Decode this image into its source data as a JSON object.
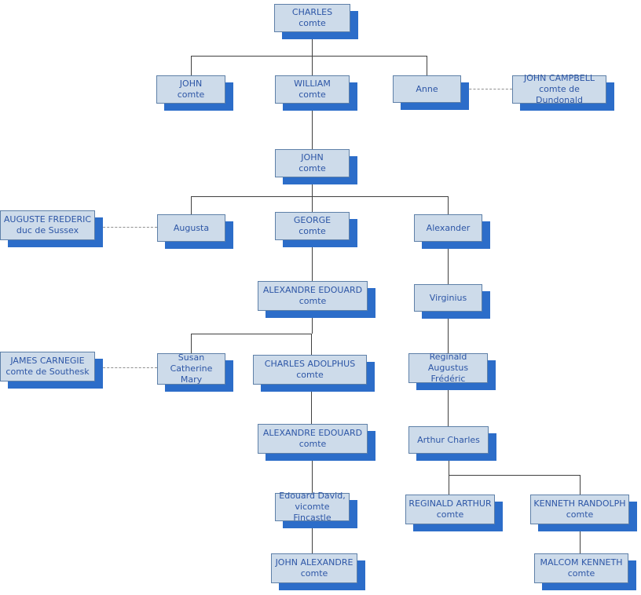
{
  "diagram": {
    "type": "family-tree",
    "colors": {
      "box_fill": "#cddbea",
      "box_border": "#5e80a8",
      "box_shadow": "#2c6dc9",
      "text": "#2d56a6",
      "connector": "#404040",
      "marriage_dash": "#8f8f8f",
      "background": "#ffffff"
    },
    "nodes": [
      {
        "line1": "CHARLES",
        "line2": "comte"
      },
      {
        "line1": "JOHN",
        "line2": "comte"
      },
      {
        "line1": "WILLIAM",
        "line2": "comte"
      },
      {
        "line1": "Anne"
      },
      {
        "line1": "JOHN CAMPBELL",
        "line2": "comte de Dundonald"
      },
      {
        "line1": "JOHN",
        "line2": "comte"
      },
      {
        "line1": "AUGUSTE FREDERIC",
        "line2": "duc de Sussex"
      },
      {
        "line1": "Augusta"
      },
      {
        "line1": "GEORGE",
        "line2": "comte"
      },
      {
        "line1": "Alexander"
      },
      {
        "line1": "ALEXANDRE EDOUARD",
        "line2": "comte"
      },
      {
        "line1": "Virginius"
      },
      {
        "line1": "JAMES CARNEGIE",
        "line2": "comte de Southesk"
      },
      {
        "line1": "Susan Catherine",
        "line2": "Mary"
      },
      {
        "line1": "CHARLES ADOLPHUS",
        "line2": "comte"
      },
      {
        "line1": "Reginald Augustus",
        "line2": "Frédéric"
      },
      {
        "line1": "ALEXANDRE EDOUARD",
        "line2": "comte"
      },
      {
        "line1": "Arthur Charles"
      },
      {
        "line1": "Edouard David,",
        "line2": "vicomte Fincastle"
      },
      {
        "line1": "REGINALD ARTHUR",
        "line2": "comte"
      },
      {
        "line1": "KENNETH RANDOLPH",
        "line2": "comte"
      },
      {
        "line1": "JOHN ALEXANDRE",
        "line2": "comte"
      },
      {
        "line1": "MALCOM KENNETH",
        "line2": "comte"
      }
    ],
    "relations": {
      "parent_child": [
        [
          "CHARLES comte",
          "JOHN comte"
        ],
        [
          "CHARLES comte",
          "WILLIAM comte"
        ],
        [
          "CHARLES comte",
          "Anne"
        ],
        [
          "WILLIAM comte",
          "JOHN comte (2)"
        ],
        [
          "JOHN comte (2)",
          "Augusta"
        ],
        [
          "JOHN comte (2)",
          "GEORGE comte"
        ],
        [
          "JOHN comte (2)",
          "Alexander"
        ],
        [
          "GEORGE comte",
          "ALEXANDRE EDOUARD comte"
        ],
        [
          "ALEXANDRE EDOUARD comte",
          "Susan Catherine Mary"
        ],
        [
          "ALEXANDRE EDOUARD comte",
          "CHARLES ADOLPHUS comte"
        ],
        [
          "CHARLES ADOLPHUS comte",
          "ALEXANDRE EDOUARD comte (2)"
        ],
        [
          "ALEXANDRE EDOUARD comte (2)",
          "Edouard David, vicomte Fincastle"
        ],
        [
          "Edouard David, vicomte Fincastle",
          "JOHN ALEXANDRE comte"
        ],
        [
          "Alexander",
          "Virginius"
        ],
        [
          "Virginius",
          "Reginald Augustus Frédéric"
        ],
        [
          "Reginald Augustus Frédéric",
          "Arthur Charles"
        ],
        [
          "Arthur Charles",
          "REGINALD ARTHUR comte"
        ],
        [
          "Arthur Charles",
          "KENNETH RANDOLPH comte"
        ],
        [
          "KENNETH RANDOLPH comte",
          "MALCOM KENNETH comte"
        ]
      ],
      "marriages": [
        [
          "Anne",
          "JOHN CAMPBELL comte de Dundonald"
        ],
        [
          "AUGUSTE FREDERIC duc de Sussex",
          "Augusta"
        ],
        [
          "JAMES CARNEGIE comte de Southesk",
          "Susan Catherine Mary"
        ]
      ]
    }
  }
}
